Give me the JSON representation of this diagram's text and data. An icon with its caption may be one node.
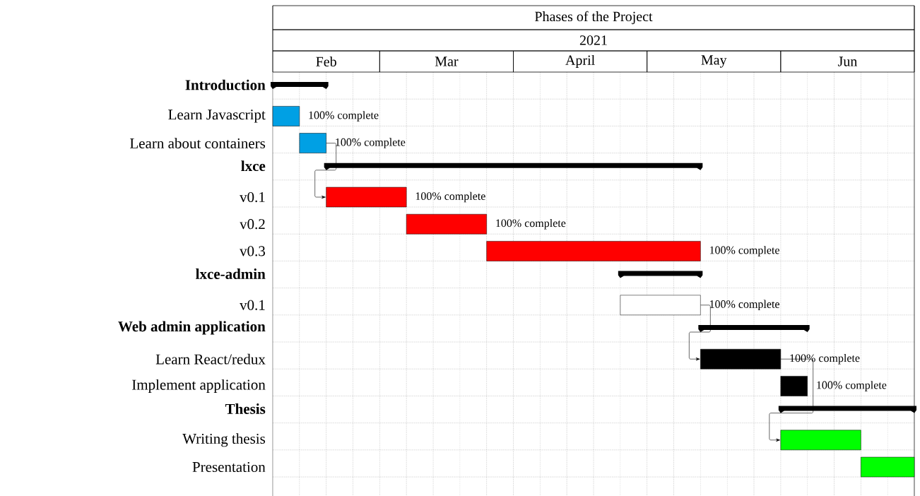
{
  "diagram": {
    "title": "Phases of the Project",
    "nodes": [
      {
        "text": [],
        "shape": "bar"
      },
      {
        "text": [],
        "shape": "bar",
        "beside": [
          "100% complete"
        ]
      },
      {
        "text": [],
        "shape": "bar",
        "beside": [
          "100% complete"
        ]
      },
      {
        "text": [],
        "shape": "bar"
      },
      {
        "text": [],
        "shape": "bar",
        "beside": [
          "100% complete"
        ]
      },
      {
        "text": [],
        "shape": "bar",
        "beside": [
          "100% complete"
        ]
      },
      {
        "text": [],
        "shape": "bar",
        "beside": [
          "100% complete"
        ]
      },
      {
        "text": [],
        "shape": "bar"
      },
      {
        "text": [],
        "shape": "bar",
        "beside": [
          "100% complete"
        ]
      },
      {
        "text": [],
        "shape": "bar"
      },
      {
        "text": [],
        "shape": "bar",
        "beside": [
          "100% complete"
        ]
      },
      {
        "text": [],
        "shape": "bar",
        "beside": [
          "100% complete"
        ]
      },
      {
        "text": [],
        "shape": "bar"
      },
      {
        "text": [],
        "shape": "bar"
      },
      {
        "text": [],
        "shape": "bar"
      }
    ],
    "edges": [
      {
        "from": 2,
        "to": 4,
        "arrow": "to"
      },
      {
        "from": 8,
        "to": 10,
        "arrow": "to"
      },
      {
        "from": 10,
        "to": 13,
        "arrow": "to"
      }
    ],
    "labels": [
      "2021",
      "Feb",
      "Mar",
      "April",
      "May",
      "Jun",
      "Introduction",
      "Learn Javascript",
      "Learn about containers",
      "lxce",
      "v0.1",
      "v0.2",
      "v0.3",
      "lxce-admin",
      "v0.1",
      "Web admin application",
      "Learn React/redux",
      "Implement application",
      "Thesis",
      "Writing thesis",
      "Presentation"
    ]
  }
}
